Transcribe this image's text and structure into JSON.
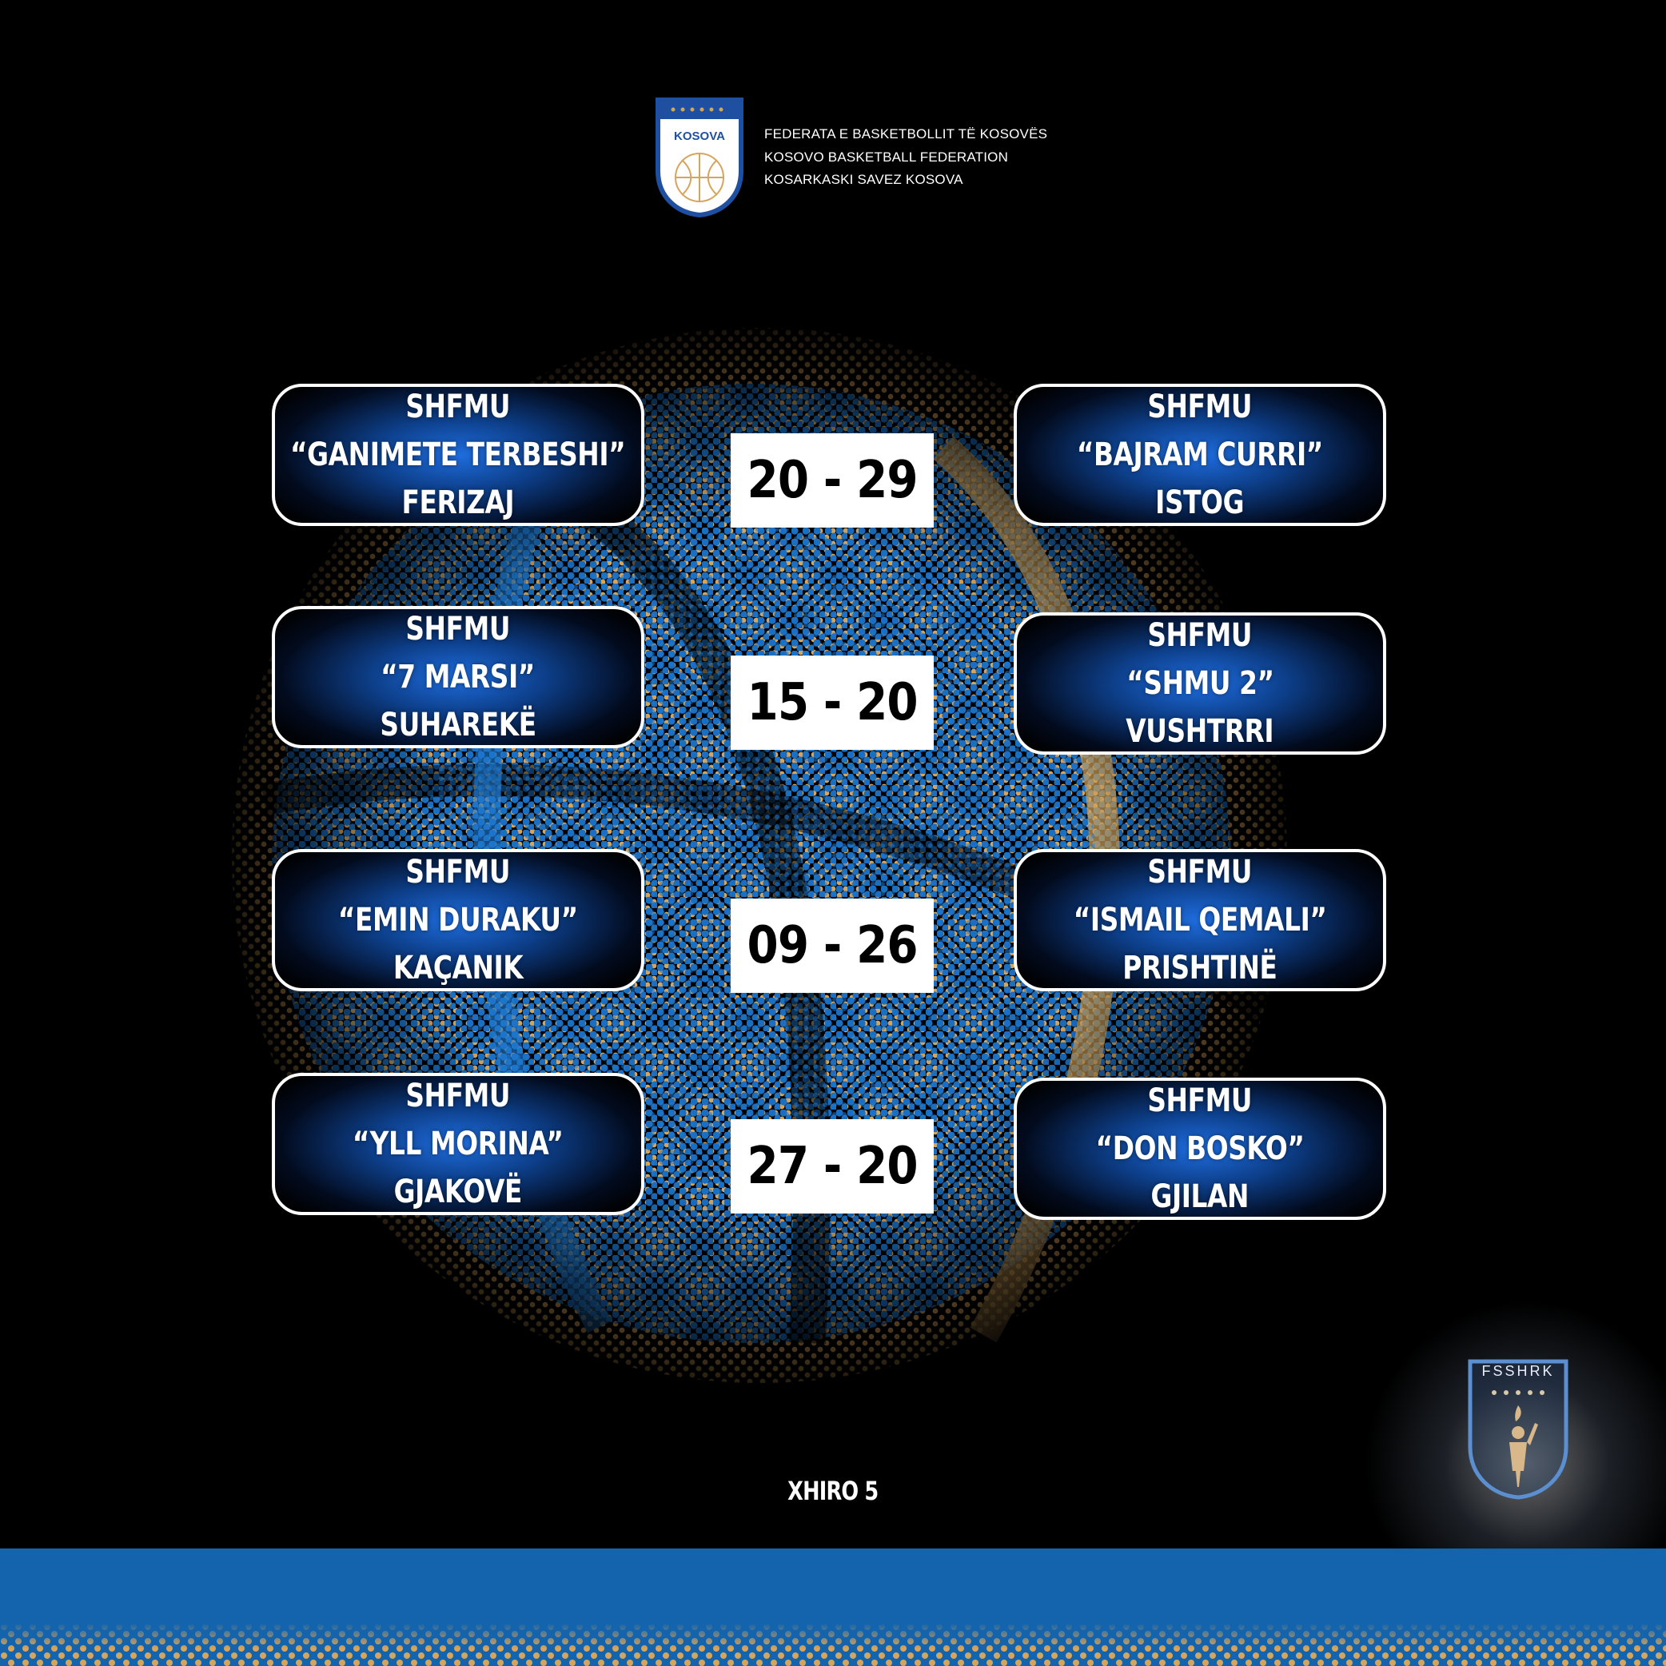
{
  "header": {
    "logo_text": "KOSOVA",
    "lines": [
      "FEDERATA E BASKETBOLLIT TË KOSOVËS",
      "KOSOVO BASKETBALL FEDERATION",
      "KOSARKASKI SAVEZ KOSOVA"
    ]
  },
  "matches": [
    {
      "home": {
        "line1": "SHFMU",
        "line2": "“GANIMETE TERBESHI”",
        "line3": "FERIZAJ"
      },
      "score": "20 - 29",
      "away": {
        "line1": "SHFMU",
        "line2": "“BAJRAM CURRI”",
        "line3": "ISTOG"
      }
    },
    {
      "home": {
        "line1": "SHFMU",
        "line2": "“7 MARSI”",
        "line3": "SUHAREKË"
      },
      "score": "15 - 20",
      "away": {
        "line1": "SHFMU",
        "line2": "“SHMU 2”",
        "line3": "VUSHTRRI"
      }
    },
    {
      "home": {
        "line1": "SHFMU",
        "line2": "“EMIN DURAKU”",
        "line3": "KAÇANIK"
      },
      "score": "09 - 26",
      "away": {
        "line1": "SHFMU",
        "line2": "“ISMAIL QEMALI”",
        "line3": "PRISHTINË"
      }
    },
    {
      "home": {
        "line1": "SHFMU",
        "line2": "“YLL MORINA”",
        "line3": "GJAKOVË"
      },
      "score": "27 - 20",
      "away": {
        "line1": "SHFMU",
        "line2": "“DON BOSKO”",
        "line3": "GJILAN"
      }
    }
  ],
  "round_label": "XHIRO 5",
  "badge": {
    "title": "FSSHRK"
  },
  "colors": {
    "background": "#000000",
    "accent_blue": "#1363ad",
    "accent_gold": "#d7a55a",
    "card_glow": "#1e6ddf",
    "score_box": "#ffffff"
  },
  "icons": [
    "kosova-federation-shield-icon",
    "basketball-icon",
    "fsshrk-shield-icon",
    "star-icon"
  ]
}
